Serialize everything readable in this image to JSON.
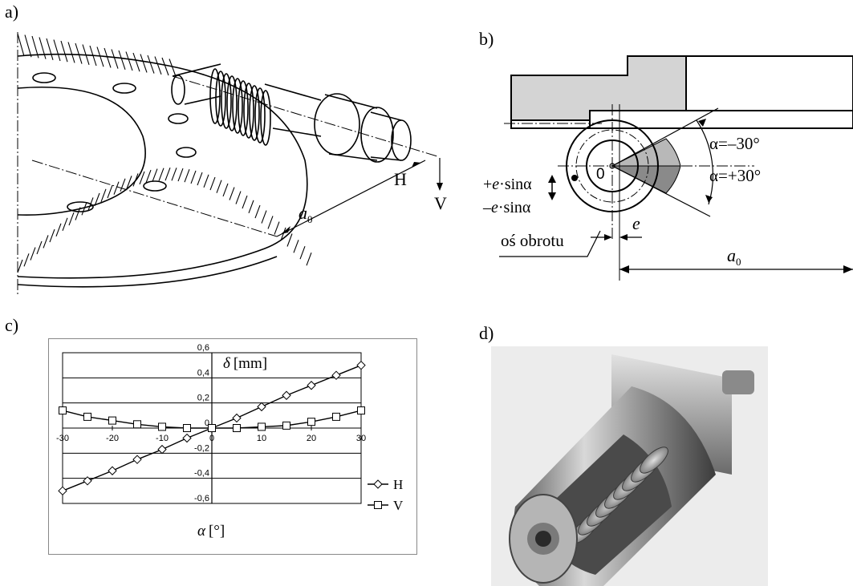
{
  "panels": {
    "a": {
      "label": "a)",
      "H": "H",
      "V": "V",
      "a0_main": "a",
      "a0_sub": "0"
    },
    "b": {
      "label": "b)",
      "alpha_minus": "α=–30°",
      "alpha_plus": "α=+30°",
      "center": "0",
      "plus_e_prefix": "+",
      "plus_e_italic": "e",
      "plus_e_suffix": "·sinα",
      "minus_e_prefix": "–",
      "minus_e_italic": "e",
      "minus_e_suffix": "·sinα",
      "axis_label": "oś obrotu",
      "e": "e",
      "a0_main": "a",
      "a0_sub": "0"
    },
    "c": {
      "label": "c)"
    },
    "d": {
      "label": "d)"
    }
  },
  "chart_data": {
    "type": "line",
    "ylabel_symbol": "δ",
    "ylabel_unit": "[mm]",
    "xlabel_symbol": "α",
    "xlabel_unit": "[°]",
    "xlim": [
      -30,
      30
    ],
    "ylim": [
      -0.6,
      0.6
    ],
    "x_ticks": [
      "-30",
      "-20",
      "-10",
      "0",
      "10",
      "20",
      "30"
    ],
    "y_ticks": [
      "0,6",
      "0,4",
      "0,2",
      "0",
      "-0,2",
      "-0,4",
      "-0,6"
    ],
    "x": [
      -30,
      -25,
      -20,
      -15,
      -10,
      -5,
      0,
      5,
      10,
      15,
      20,
      25,
      30
    ],
    "series": [
      {
        "name": "H",
        "marker": "diamond",
        "values": [
          -0.5,
          -0.42,
          -0.34,
          -0.25,
          -0.17,
          -0.08,
          0.0,
          0.08,
          0.17,
          0.26,
          0.34,
          0.42,
          0.5
        ]
      },
      {
        "name": "V",
        "marker": "square",
        "values": [
          0.14,
          0.09,
          0.06,
          0.03,
          0.01,
          0.0,
          0.0,
          0.0,
          0.01,
          0.02,
          0.05,
          0.09,
          0.14
        ]
      }
    ],
    "grid": "horizontal",
    "legend": "right"
  },
  "colors": {
    "line": "#000000",
    "housing_fill": "#d4d4d4",
    "sector_light": "#b8b8b8",
    "sector_dark": "#8a8a8a",
    "photo_bg": "#e8e8e8",
    "metal_light": "#c9c9c9",
    "metal_dark": "#5a5a5a"
  }
}
